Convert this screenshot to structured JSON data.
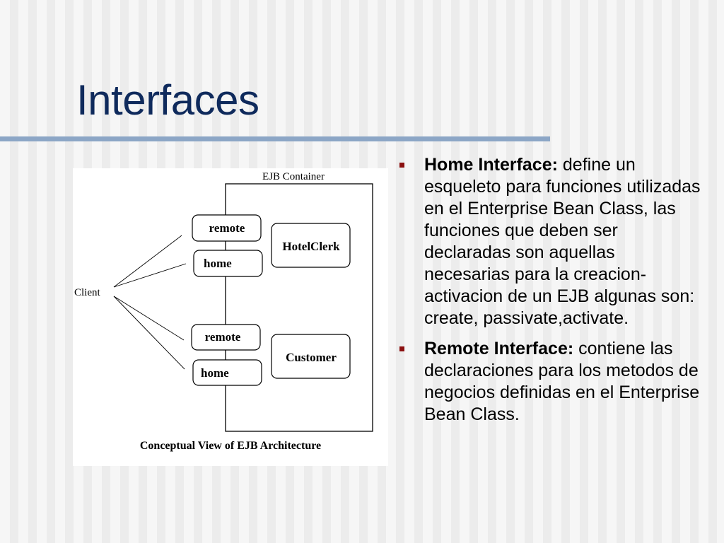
{
  "slide": {
    "title": "Interfaces"
  },
  "diagram": {
    "container_label": "EJB Container",
    "client_label": "Client",
    "bean1": {
      "remote_label": "remote",
      "home_label": "home",
      "name": "HotelClerk"
    },
    "bean2": {
      "remote_label": "remote",
      "home_label": "home",
      "name": "Customer"
    },
    "caption": "Conceptual View of EJB Architecture"
  },
  "bullets": [
    {
      "term": "Home Interface:",
      "text": " define un esqueleto para funciones utilizadas en el Enterprise Bean Class, las funciones que deben ser declaradas son aquellas necesarias para la creacion-activacion de un EJB algunas son: create, passivate,activate."
    },
    {
      "term": "Remote Interface:",
      "text": " contiene las declaraciones para los metodos de negocios definidas en el Enterprise Bean Class."
    }
  ],
  "colors": {
    "title": "#0f2a5c",
    "rule": "#8ca6c6",
    "bullet_marker": "#8b1010"
  }
}
